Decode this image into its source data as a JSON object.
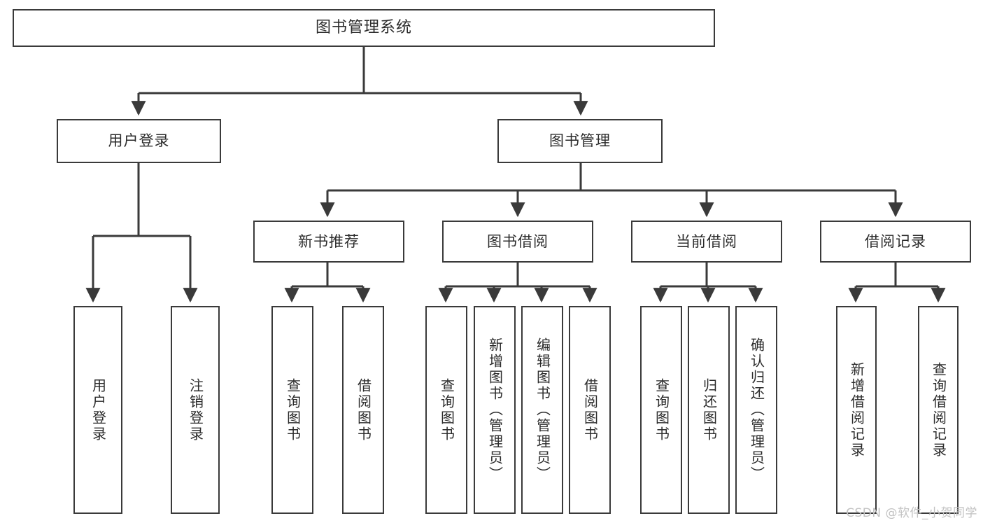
{
  "diagram": {
    "title": "图书管理系统",
    "type": "tree-hierarchy",
    "root": {
      "label": "图书管理系统"
    },
    "level2": [
      {
        "label": "用户登录"
      },
      {
        "label": "图书管理"
      }
    ],
    "level3": [
      {
        "label": "新书推荐"
      },
      {
        "label": "图书借阅"
      },
      {
        "label": "当前借阅"
      },
      {
        "label": "借阅记录"
      }
    ],
    "leaves": {
      "user_login": [
        {
          "label": "用户登录"
        },
        {
          "label": "注销登录"
        }
      ],
      "new_book_recommend": [
        {
          "label": "查询图书"
        },
        {
          "label": "借阅图书"
        }
      ],
      "book_borrow": [
        {
          "label": "查询图书"
        },
        {
          "label": "新增图书（管理员）"
        },
        {
          "label": "编辑图书（管理员）"
        },
        {
          "label": "借阅图书"
        }
      ],
      "current_borrow": [
        {
          "label": "查询图书"
        },
        {
          "label": "归还图书"
        },
        {
          "label": "确认归还（管理员）"
        }
      ],
      "borrow_record": [
        {
          "label": "新增借阅记录"
        },
        {
          "label": "查询借阅记录"
        }
      ]
    }
  },
  "watermark": {
    "text": "CSDN @软件_小贺同学"
  },
  "colors": {
    "stroke": "#3a3a3a",
    "text": "#2b2b2b",
    "background": "#ffffff",
    "watermark": "#c2c2c2"
  }
}
